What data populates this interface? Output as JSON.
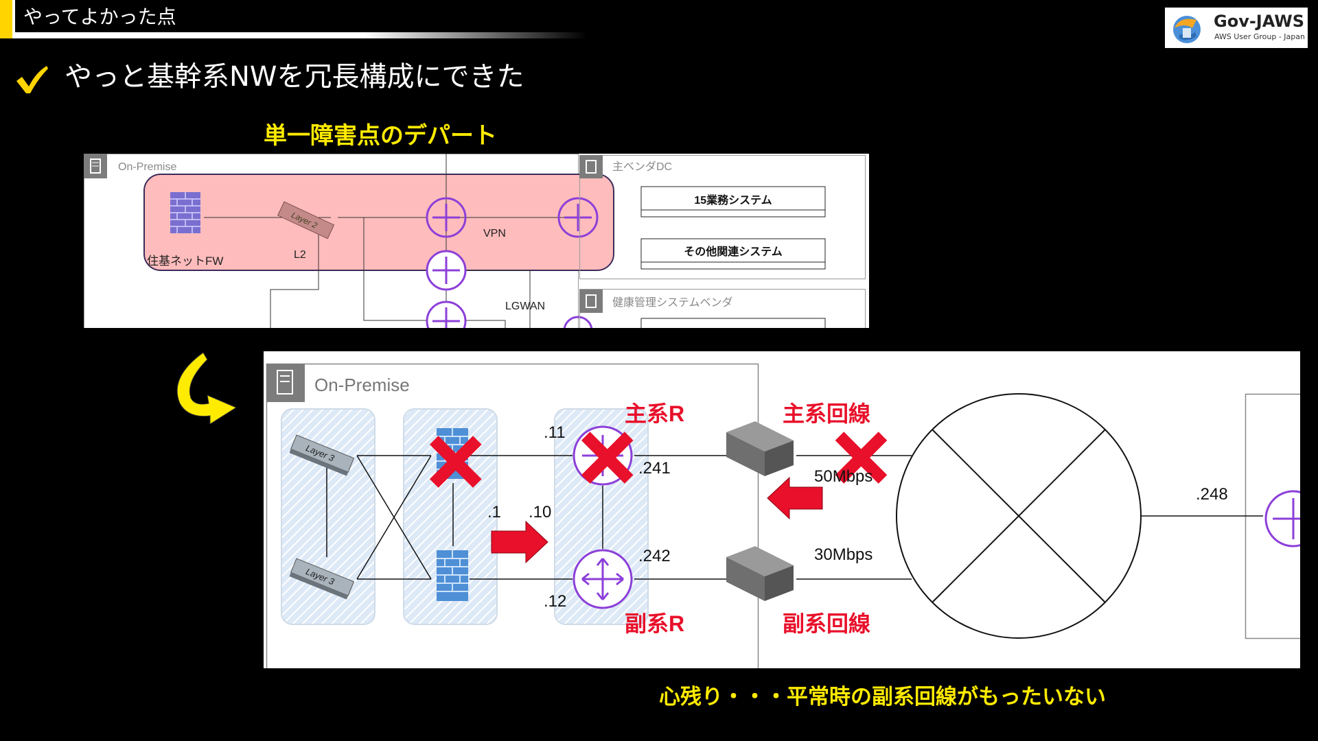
{
  "header": {
    "title": "やってよかった点"
  },
  "logo": {
    "name": "Gov-JAWS",
    "subtitle": "AWS User Group - Japan"
  },
  "heading": {
    "check_icon": "check-icon",
    "text": "やっと基幹系NWを冗長構成にできた"
  },
  "top_caption": "単一障害点のデパート",
  "bottom_caption": "心残り・・・平常時の副系回線がもったいない",
  "colors": {
    "highlight": "#ffeb00",
    "router": "#8c3fd9",
    "warning_red": "#e8102a",
    "spof_fill": "#ffbcbc",
    "background": "#000000"
  },
  "old_diagram": {
    "onpremise_label": "On-Premise",
    "firewall_label": "住基ネットFW",
    "layer2_label": "Layer 2",
    "l2_label": "L2",
    "vpn_label": "VPN",
    "lgwan_label": "LGWAN",
    "main_vendor_label": "主ベンダDC",
    "system1_label": "15業務システム",
    "system2_label": "その他関連システム",
    "health_vendor_label": "健康管理システムベンダ"
  },
  "new_diagram": {
    "onpremise_label": "On-Premise",
    "layer3_label": "Layer 3",
    "primary_router_label": "主系R",
    "secondary_router_label": "副系R",
    "primary_line_label": "主系回線",
    "secondary_line_label": "副系回線",
    "ip_11": ".11",
    "ip_241": ".241",
    "ip_1": ".1",
    "ip_10": ".10",
    "ip_242": ".242",
    "ip_12": ".12",
    "ip_248": ".248",
    "primary_bandwidth": "50Mbps",
    "secondary_bandwidth": "30Mbps"
  }
}
